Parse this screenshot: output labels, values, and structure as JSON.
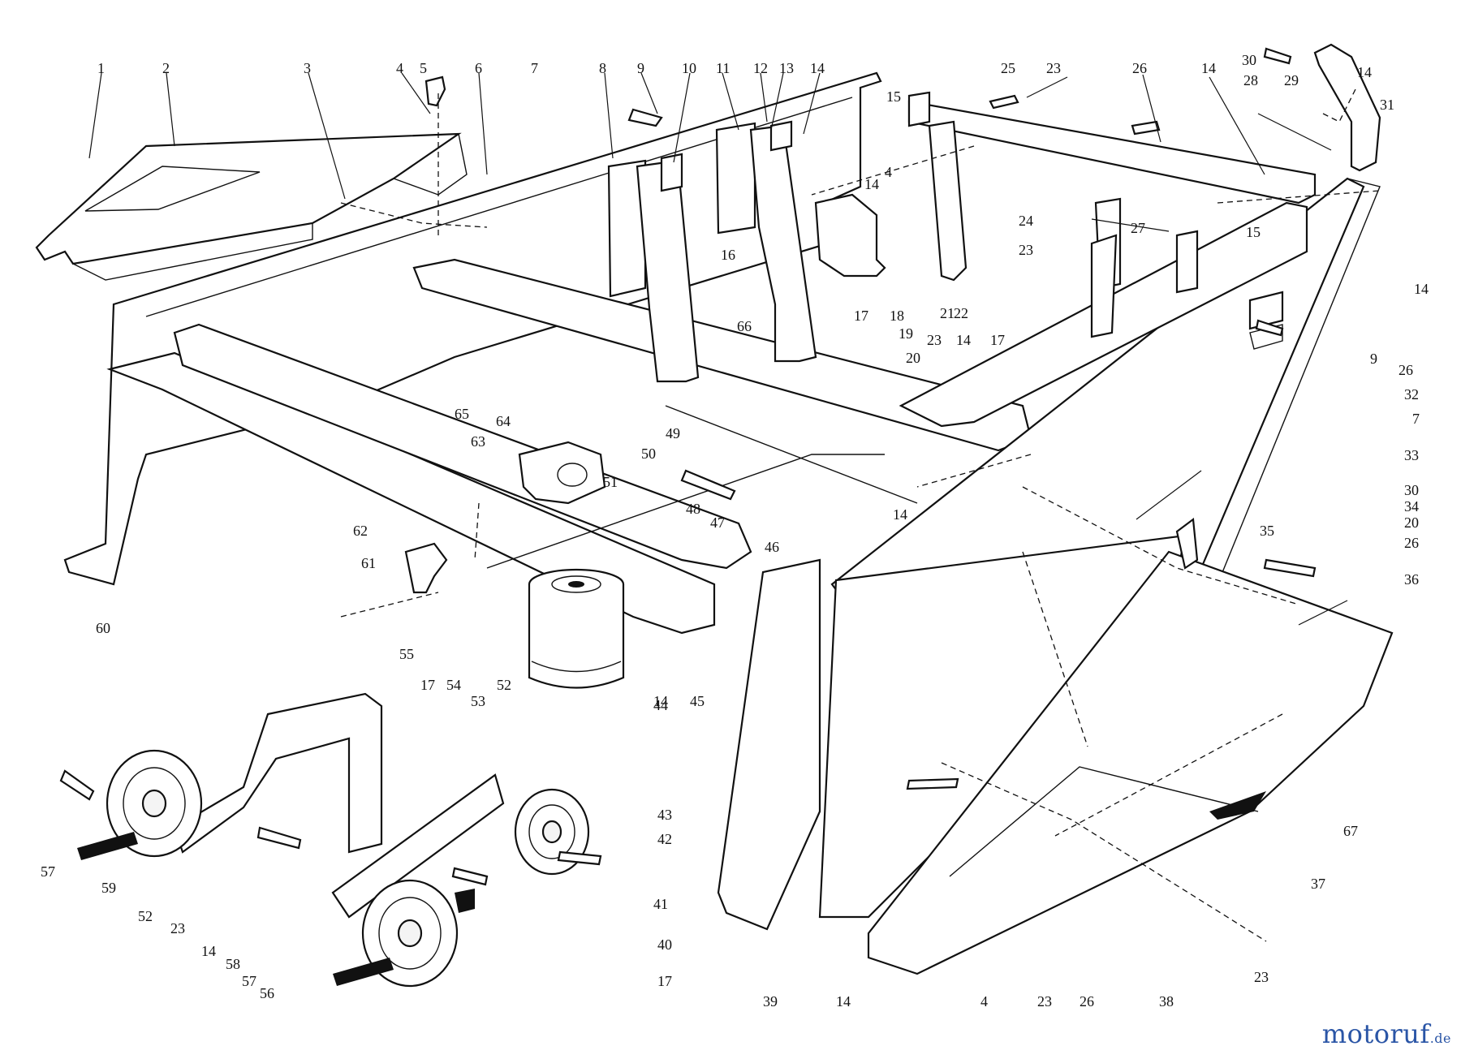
{
  "callouts": [
    {
      "id": "c1",
      "n": "1"
    },
    {
      "id": "c2",
      "n": "2"
    },
    {
      "id": "c3",
      "n": "3"
    },
    {
      "id": "c4a",
      "n": "4"
    },
    {
      "id": "c5",
      "n": "5"
    },
    {
      "id": "c6",
      "n": "6"
    },
    {
      "id": "c7a",
      "n": "7"
    },
    {
      "id": "c8",
      "n": "8"
    },
    {
      "id": "c9a",
      "n": "9"
    },
    {
      "id": "c10",
      "n": "10"
    },
    {
      "id": "c11",
      "n": "11"
    },
    {
      "id": "c12",
      "n": "12"
    },
    {
      "id": "c13",
      "n": "13"
    },
    {
      "id": "c14a",
      "n": "14"
    },
    {
      "id": "c15a",
      "n": "15"
    },
    {
      "id": "c4b",
      "n": "4"
    },
    {
      "id": "c14b",
      "n": "14"
    },
    {
      "id": "c25",
      "n": "25"
    },
    {
      "id": "c23a",
      "n": "23"
    },
    {
      "id": "c26a",
      "n": "26"
    },
    {
      "id": "c14c",
      "n": "14"
    },
    {
      "id": "c30a",
      "n": "30"
    },
    {
      "id": "c14d",
      "n": "14"
    },
    {
      "id": "c28",
      "n": "28"
    },
    {
      "id": "c29",
      "n": "29"
    },
    {
      "id": "c31",
      "n": "31"
    },
    {
      "id": "c24",
      "n": "24"
    },
    {
      "id": "c27",
      "n": "27"
    },
    {
      "id": "c23b",
      "n": "23"
    },
    {
      "id": "c15b",
      "n": "15"
    },
    {
      "id": "c14e",
      "n": "14"
    },
    {
      "id": "c26b",
      "n": "26"
    },
    {
      "id": "c9b",
      "n": "9"
    },
    {
      "id": "c32",
      "n": "32"
    },
    {
      "id": "c7b",
      "n": "7"
    },
    {
      "id": "c33",
      "n": "33"
    },
    {
      "id": "c30b",
      "n": "30"
    },
    {
      "id": "c34",
      "n": "34"
    },
    {
      "id": "c20a",
      "n": "20"
    },
    {
      "id": "c35",
      "n": "35"
    },
    {
      "id": "c26c",
      "n": "26"
    },
    {
      "id": "c36",
      "n": "36"
    },
    {
      "id": "c16",
      "n": "16"
    },
    {
      "id": "c66",
      "n": "66"
    },
    {
      "id": "c17a",
      "n": "17"
    },
    {
      "id": "c18",
      "n": "18"
    },
    {
      "id": "c19",
      "n": "19"
    },
    {
      "id": "c20b",
      "n": "20"
    },
    {
      "id": "c21",
      "n": "21"
    },
    {
      "id": "c22",
      "n": "22"
    },
    {
      "id": "c23c",
      "n": "23"
    },
    {
      "id": "c14f",
      "n": "14"
    },
    {
      "id": "c17b",
      "n": "17"
    },
    {
      "id": "c65",
      "n": "65"
    },
    {
      "id": "c64",
      "n": "64"
    },
    {
      "id": "c49",
      "n": "49"
    },
    {
      "id": "c50",
      "n": "50"
    },
    {
      "id": "c63",
      "n": "63"
    },
    {
      "id": "c51",
      "n": "51"
    },
    {
      "id": "c48",
      "n": "48"
    },
    {
      "id": "c47",
      "n": "47"
    },
    {
      "id": "c46",
      "n": "46"
    },
    {
      "id": "c14g",
      "n": "14"
    },
    {
      "id": "c62",
      "n": "62"
    },
    {
      "id": "c61",
      "n": "61"
    },
    {
      "id": "c60",
      "n": "60"
    },
    {
      "id": "c14h",
      "n": "14"
    },
    {
      "id": "c45",
      "n": "45"
    },
    {
      "id": "c44",
      "n": "44"
    },
    {
      "id": "c55",
      "n": "55"
    },
    {
      "id": "c17c",
      "n": "17"
    },
    {
      "id": "c54",
      "n": "54"
    },
    {
      "id": "c53",
      "n": "53"
    },
    {
      "id": "c52a",
      "n": "52"
    },
    {
      "id": "c43",
      "n": "43"
    },
    {
      "id": "c42",
      "n": "42"
    },
    {
      "id": "c41",
      "n": "41"
    },
    {
      "id": "c40",
      "n": "40"
    },
    {
      "id": "c17d",
      "n": "17"
    },
    {
      "id": "c57a",
      "n": "57"
    },
    {
      "id": "c59",
      "n": "59"
    },
    {
      "id": "c52b",
      "n": "52"
    },
    {
      "id": "c23d",
      "n": "23"
    },
    {
      "id": "c14i",
      "n": "14"
    },
    {
      "id": "c58",
      "n": "58"
    },
    {
      "id": "c57b",
      "n": "57"
    },
    {
      "id": "c56",
      "n": "56"
    },
    {
      "id": "c39",
      "n": "39"
    },
    {
      "id": "c14j",
      "n": "14"
    },
    {
      "id": "c4c",
      "n": "4"
    },
    {
      "id": "c23e",
      "n": "23"
    },
    {
      "id": "c26d",
      "n": "26"
    },
    {
      "id": "c38",
      "n": "38"
    },
    {
      "id": "c23f",
      "n": "23"
    },
    {
      "id": "c37",
      "n": "37"
    },
    {
      "id": "c67",
      "n": "67"
    }
  ],
  "watermark": {
    "brand": "motoruf",
    "suffix": ".de"
  }
}
